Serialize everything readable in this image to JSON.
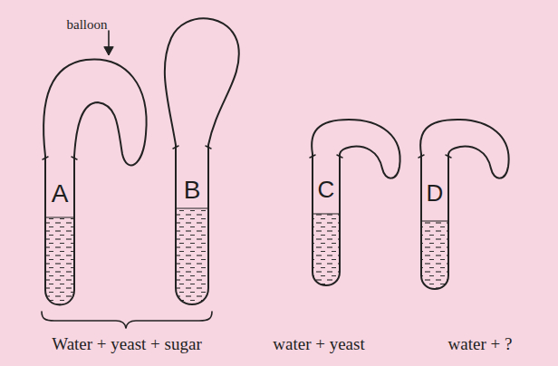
{
  "diagram": {
    "labels": [
      "balloon",
      "A",
      "B",
      "C",
      "D",
      "Water + yeast + sugar",
      "water + yeast",
      "water + ?"
    ]
  }
}
